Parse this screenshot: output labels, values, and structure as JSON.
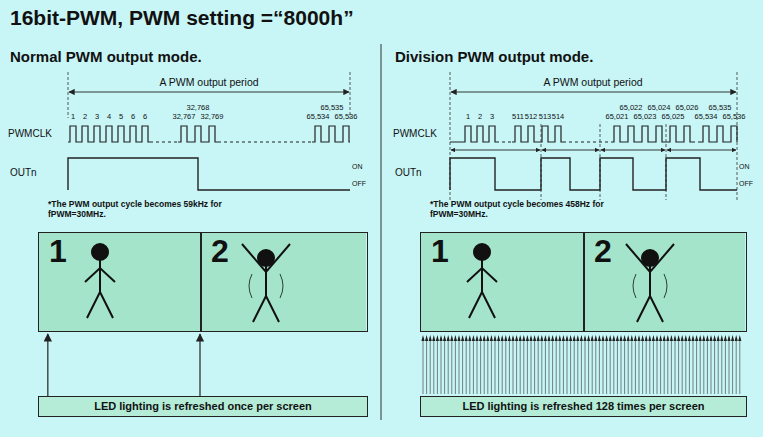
{
  "diagram": {
    "title": "16bit-PWM, PWM setting =“8000h”",
    "nodes": [
      {
        "text": [
          "1"
        ]
      },
      {
        "text": [
          "2"
        ]
      },
      {
        "text": [
          "LED lighting is refreshed once per screen"
        ]
      },
      {
        "text": [
          "1"
        ]
      },
      {
        "text": [
          "2"
        ]
      },
      {
        "text": [
          "LED lighting is refreshed 128 times per screen"
        ]
      }
    ],
    "edges": [
      {
        "from": 2,
        "to": 0,
        "arrow": "to"
      },
      {
        "from": 2,
        "to": 1,
        "arrow": "to"
      }
    ],
    "labels": [
      "Normal PWM output mode.",
      "A PWM output period",
      "PWMCLK",
      "1",
      "2",
      "3",
      "4",
      "5",
      "6",
      "6",
      "32,768",
      "32,767",
      "32,769",
      "65,535",
      "65,534",
      "65,536",
      "OUTn",
      "ON",
      "OFF",
      "*The PWM output cycle becomes 59kHz for fPWM=30MHz.",
      "Division PWM output mode.",
      "A PWM output period",
      "PWMCLK",
      "1",
      "2",
      "3",
      "511",
      "512",
      "513",
      "514",
      "65,022",
      "65,024",
      "65,026",
      "65,021",
      "65,023",
      "65,025",
      "65,535",
      "65,534",
      "65,536",
      "OUTn",
      "ON",
      "OFF",
      "*The PWM output cycle becomes 458Hz for fPWM=30MHz."
    ]
  }
}
